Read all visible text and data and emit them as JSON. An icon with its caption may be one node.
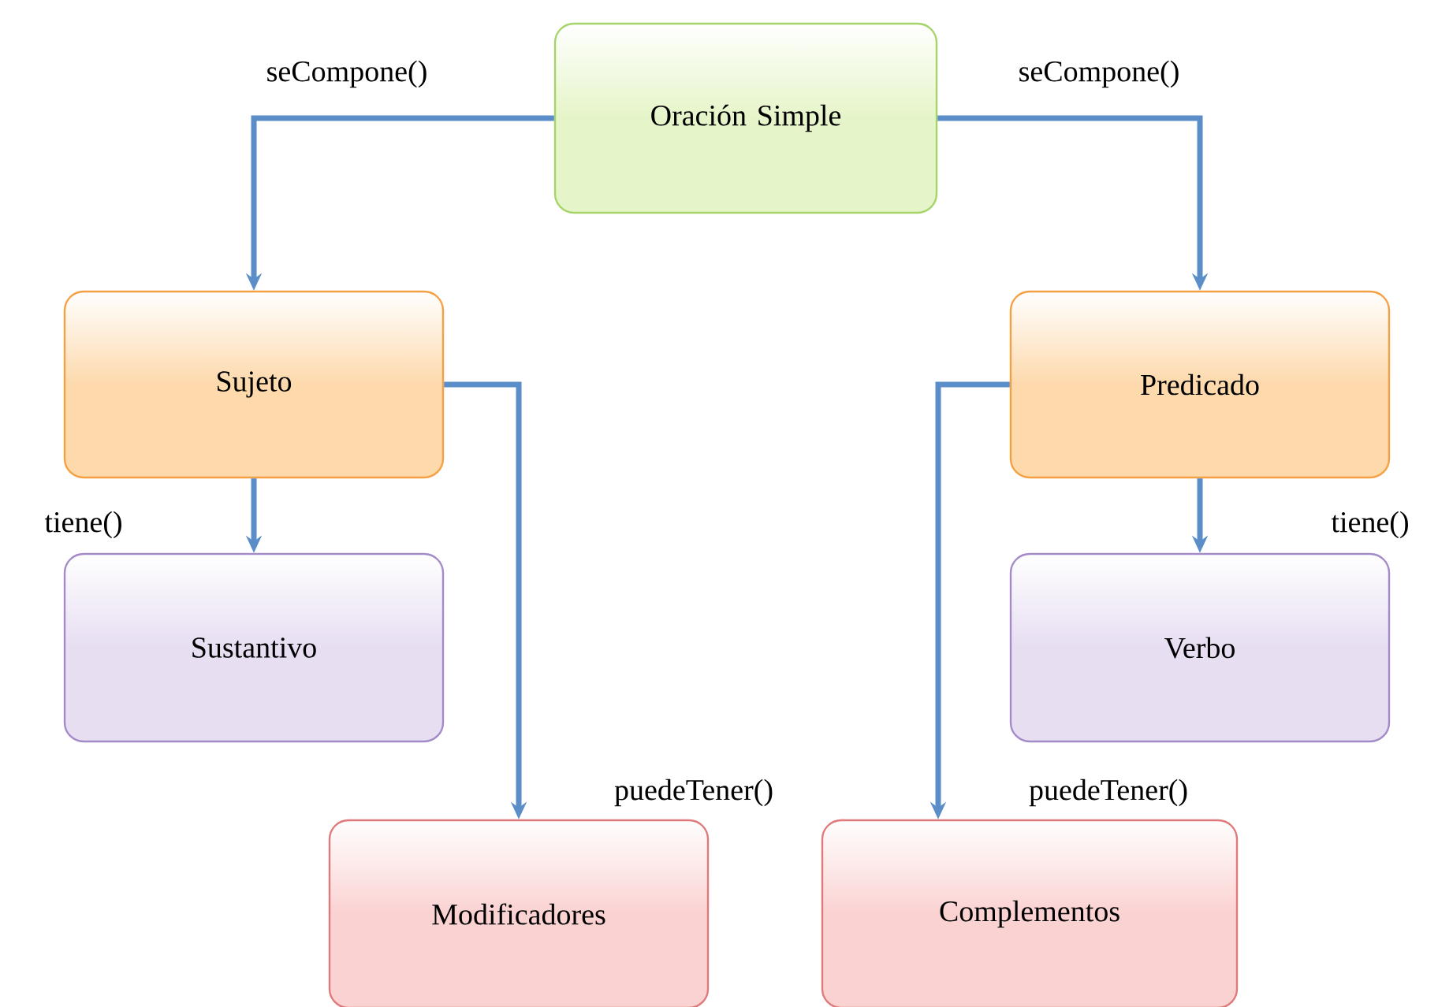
{
  "diagram": {
    "nodes": [
      {
        "text": [
          "Oración Simple"
        ]
      },
      {
        "text": [
          "Sujeto"
        ]
      },
      {
        "text": [
          "Predicado"
        ]
      },
      {
        "text": [
          "Sustantivo"
        ]
      },
      {
        "text": [
          "Verbo"
        ]
      },
      {
        "text": [
          "Modificadores"
        ]
      },
      {
        "text": [
          "Complementos"
        ]
      }
    ],
    "edges": [
      {
        "from": 0,
        "to": 1,
        "arrow": "to",
        "label": "seCompone()"
      },
      {
        "from": 0,
        "to": 2,
        "arrow": "to",
        "label": "seCompone()"
      },
      {
        "from": 1,
        "to": 3,
        "arrow": "to",
        "label": "tiene()"
      },
      {
        "from": 2,
        "to": 4,
        "arrow": "to",
        "label": "tiene()"
      },
      {
        "from": 1,
        "to": 5,
        "arrow": "to",
        "label": "puedeTener()"
      },
      {
        "from": 2,
        "to": 6,
        "arrow": "to",
        "label": "puedeTener()"
      }
    ]
  }
}
